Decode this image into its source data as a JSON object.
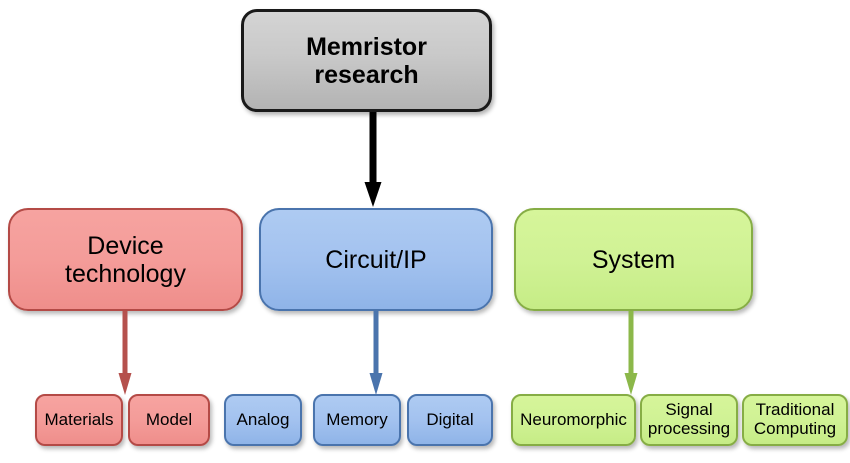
{
  "diagram": {
    "title_node": {
      "label": "Memristor\nresearch",
      "color": "#c4c4c4",
      "border": "#1a1a1a"
    },
    "branches": [
      {
        "label": "Device\ntechnology",
        "color": "#f49c99",
        "border": "#b44a46",
        "arrow_color": "#b5514d",
        "children": [
          {
            "label": "Materials"
          },
          {
            "label": "Model"
          }
        ]
      },
      {
        "label": "Circuit/IP",
        "color": "#a3c2ef",
        "border": "#4a74ad",
        "arrow_color": "#4a74ad",
        "children": [
          {
            "label": "Analog"
          },
          {
            "label": "Memory"
          },
          {
            "label": "Digital"
          }
        ]
      },
      {
        "label": "System",
        "color": "#d0f295",
        "border": "#86ad45",
        "arrow_color": "#8cb84a",
        "children": [
          {
            "label": "Neuromorphic"
          },
          {
            "label": "Signal\nprocessing"
          },
          {
            "label": "Traditional\nComputing"
          }
        ]
      }
    ],
    "root_arrow": {
      "name": "root-to-circuit-arrow",
      "color": "#000000"
    }
  }
}
